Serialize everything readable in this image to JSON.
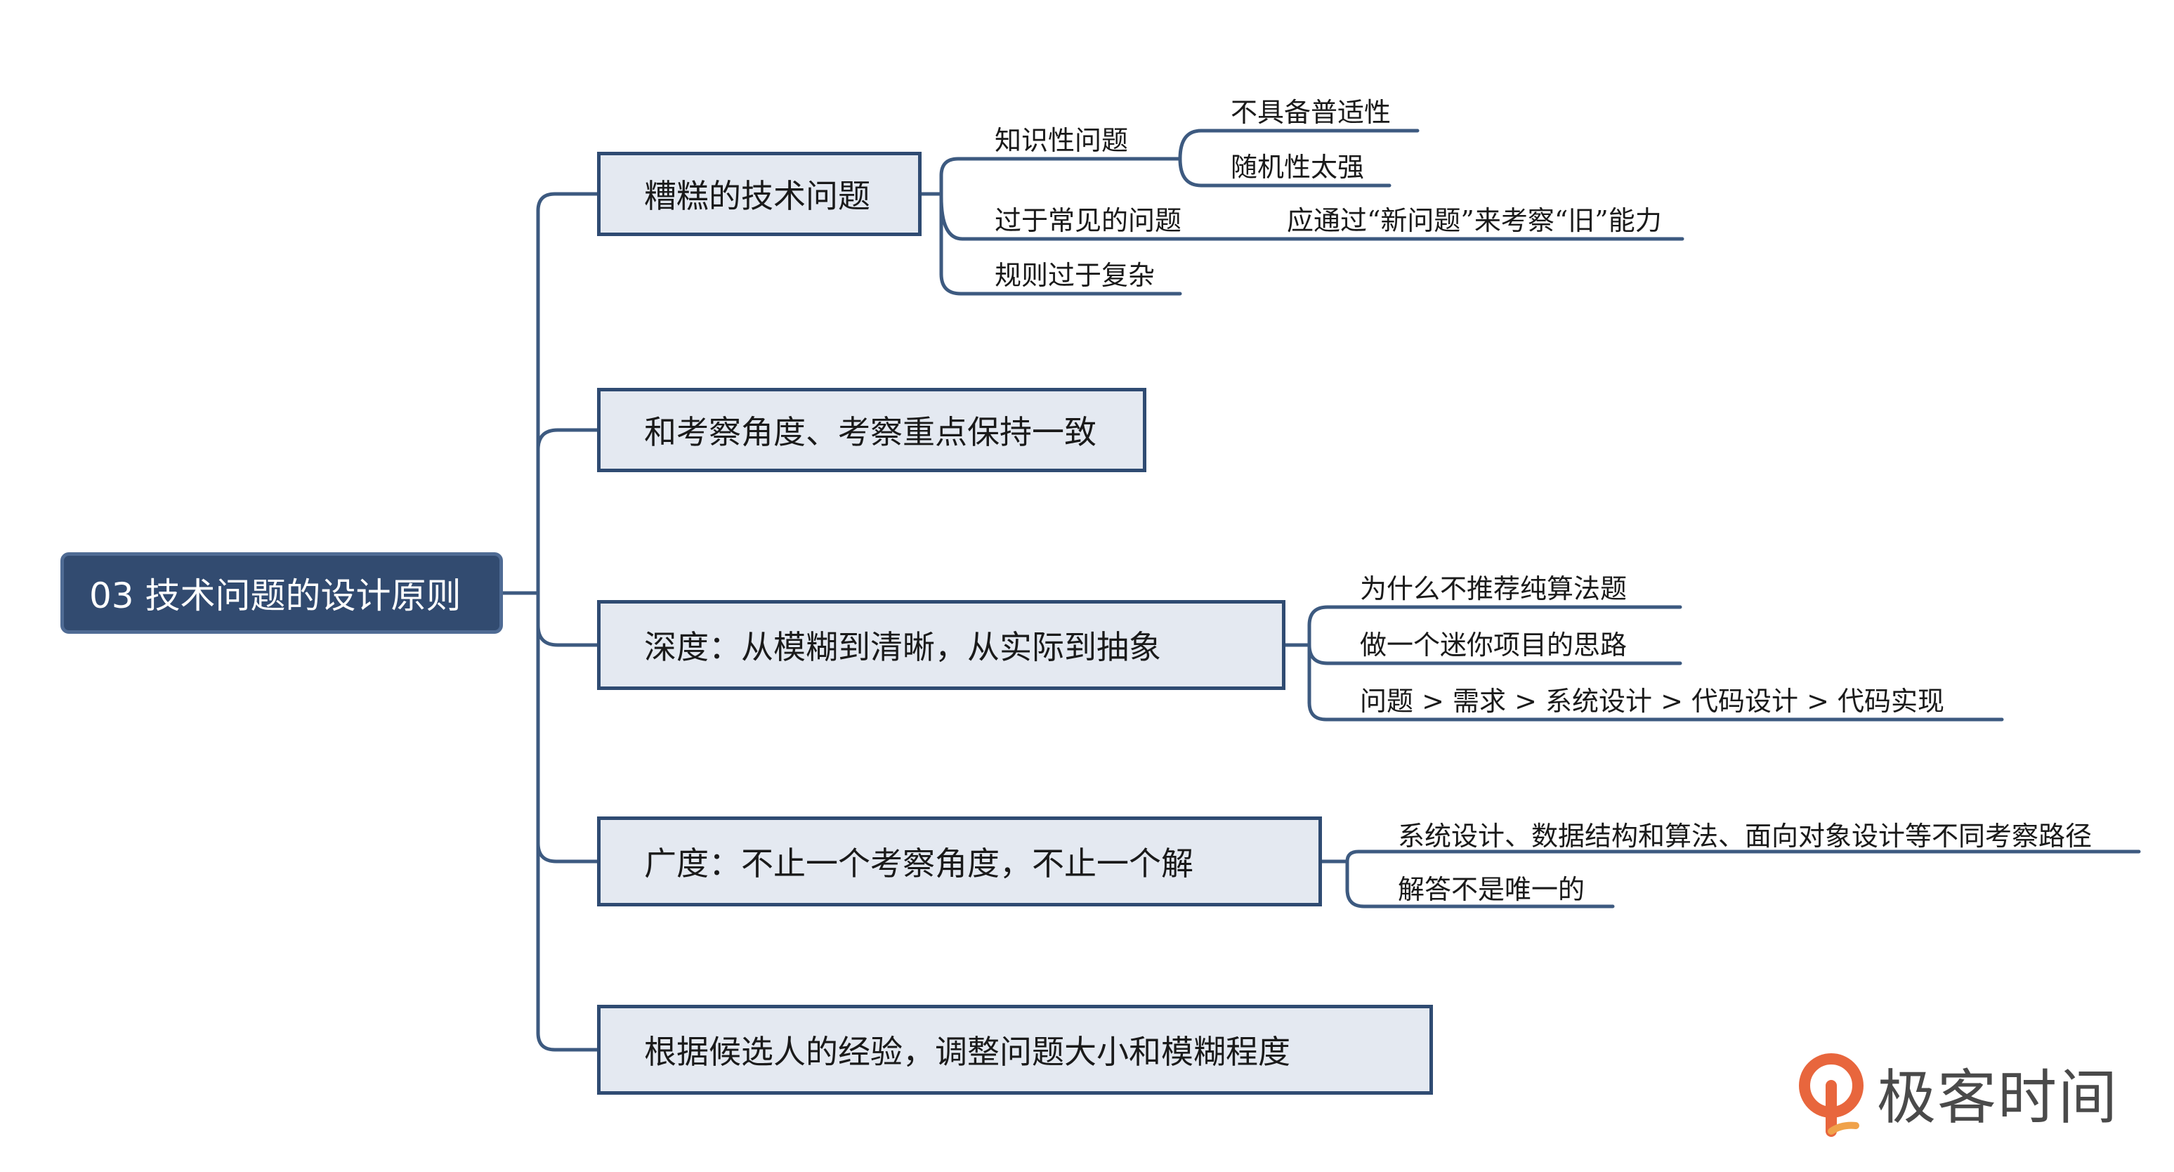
{
  "root": {
    "label": "03 技术问题的设计原则"
  },
  "branches": [
    {
      "label": "糟糕的技术问题",
      "children": [
        {
          "label": "知识性问题",
          "children": [
            "不具备普适性",
            "随机性太强"
          ]
        },
        {
          "label": "过于常见的问题",
          "children": [
            "应通过“新问题”来考察“旧”能力"
          ]
        },
        {
          "label": "规则过于复杂",
          "children": []
        }
      ]
    },
    {
      "label": "和考察角度、考察重点保持一致",
      "children": []
    },
    {
      "label": "深度：从模糊到清晰，从实际到抽象",
      "children": [
        {
          "label": "为什么不推荐纯算法题"
        },
        {
          "label": "做一个迷你项目的思路"
        },
        {
          "label": "问题 > 需求 > 系统设计 > 代码设计 > 代码实现"
        }
      ]
    },
    {
      "label": "广度：不止一个考察角度，不止一个解",
      "children": [
        {
          "label": "系统设计、数据结构和算法、面向对象设计等不同考察路径"
        },
        {
          "label": "解答不是唯一的"
        }
      ]
    },
    {
      "label": "根据候选人的经验，调整问题大小和模糊程度",
      "children": []
    }
  ],
  "logo": {
    "text": "极客时间",
    "icon": "geektime-logo-icon",
    "color": "#e8663d"
  },
  "colors": {
    "root_fill": "#324b70",
    "main_fill": "#e4e9f1",
    "line": "#3d5a80"
  }
}
